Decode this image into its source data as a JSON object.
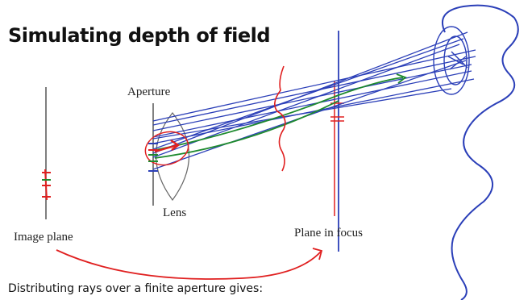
{
  "slide": {
    "title": "Simulating depth of field",
    "caption": "Distributing rays over a finite aperture gives:"
  },
  "diagram": {
    "labels": {
      "aperture": "Aperture",
      "lens": "Lens",
      "image_plane": "Image plane",
      "plane_in_focus": "Plane in focus"
    }
  },
  "colors": {
    "ink_blue": "#2b3fb8",
    "ink_red": "#e02020",
    "ink_green": "#1e8a2e",
    "line_gray": "#555555"
  }
}
